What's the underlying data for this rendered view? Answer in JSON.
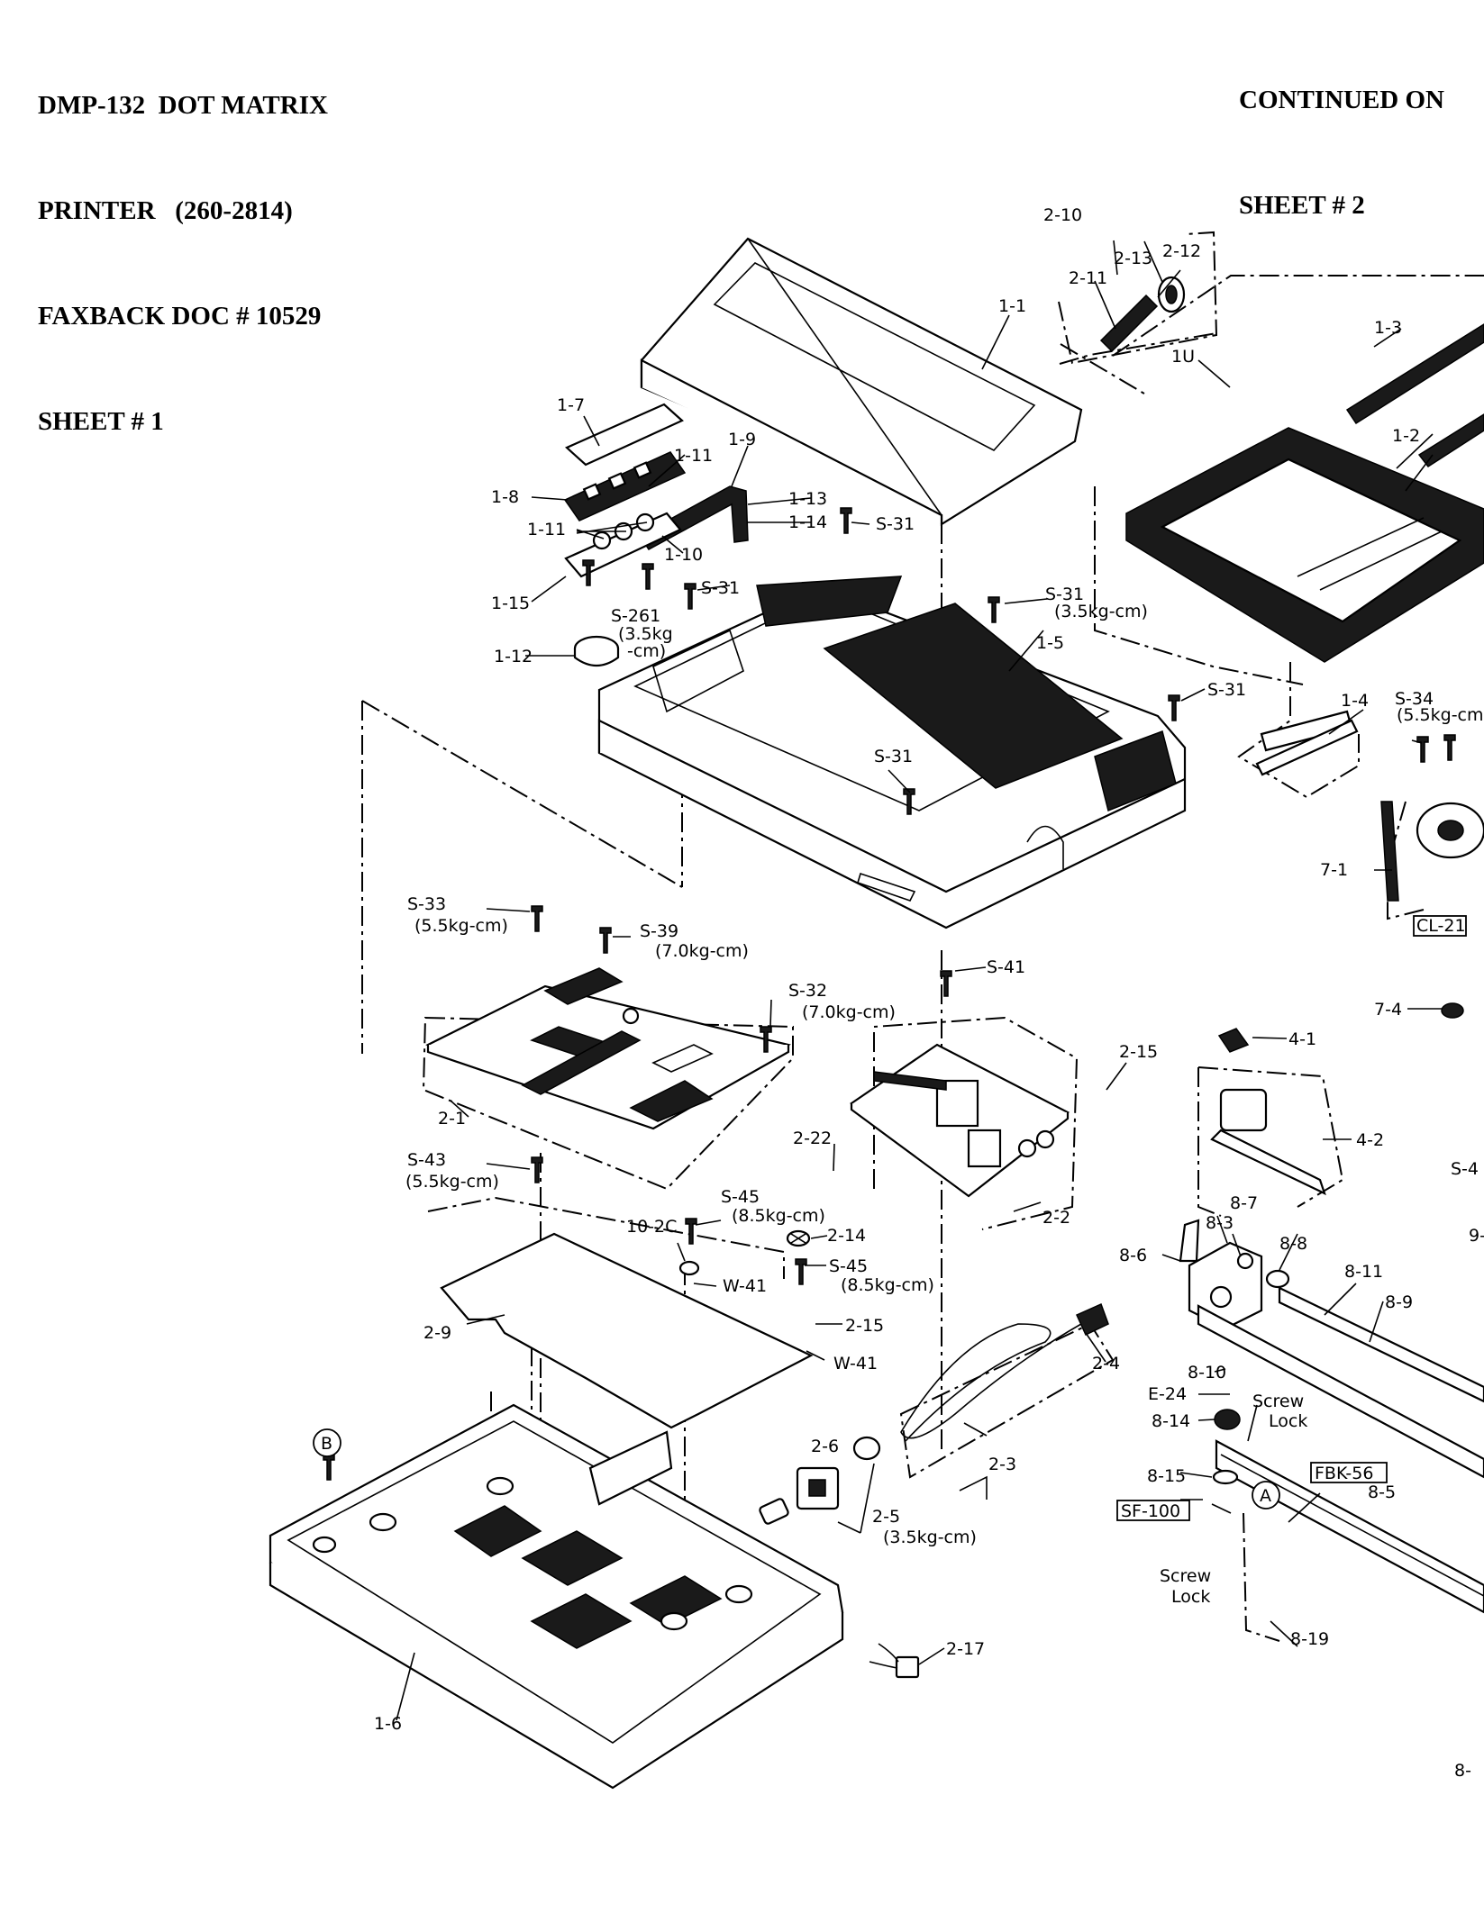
{
  "header_left": {
    "line1": "DMP-132  DOT MATRIX",
    "line2": "PRINTER   (260-2814)",
    "line3": "FAXBACK DOC # 10529",
    "line4": "SHEET # 1"
  },
  "header_right": {
    "line1": "CONTINUED ON",
    "line2": "SHEET # 2"
  },
  "labels": {
    "l_2_10": "2-10",
    "l_2_13": "2-13",
    "l_2_12": "2-12",
    "l_2_11": "2-11",
    "l_1_1": "1-1",
    "l_1u": "1U",
    "l_1_3": "1-3",
    "l_1_7": "1-7",
    "l_1_9": "1-9",
    "l_1_11a": "1-11",
    "l_1_8": "1-8",
    "l_1_13": "1-13",
    "l_1_14": "1-14",
    "l_1_11b": "1-11",
    "l_1_10": "1-10",
    "l_s31a": "S-31",
    "l_1_2": "1-2",
    "l_1_15": "1-15",
    "l_s31b": "S-31",
    "l_s31c": "S-31",
    "l_s31c_torque": "(3.5kg-cm)",
    "l_s261": "S-261",
    "l_s261_t1": "(3.5kg",
    "l_s261_t2": "-cm)",
    "l_1_12": "1-12",
    "l_1_5": "1-5",
    "l_s31d": "S-31",
    "l_1_4": "1-4",
    "l_s34": "S-34",
    "l_s34_torque": "(5.5kg-cm",
    "l_s31e": "S-31",
    "l_7_1": "7-1",
    "l_cl21": "CL-21",
    "l_s33": "S-33",
    "l_s33_torque": "(5.5kg-cm)",
    "l_s39": "S-39",
    "l_s39_torque": "(7.0kg-cm)",
    "l_s41": "S-41",
    "l_s32": "S-32",
    "l_s32_torque": "(7.0kg-cm)",
    "l_7_4": "7-4",
    "l_4_1": "4-1",
    "l_2_15a": "2-15",
    "l_2_1": "2-1",
    "l_2_22": "2-22",
    "l_4_2": "4-2",
    "l_s4": "S-4",
    "l_s43": "S-43",
    "l_s43_torque": "(5.5kg-cm)",
    "l_2_2": "2-2",
    "l_s45a": "S-45",
    "l_s45a_torque": "(8.5kg-cm)",
    "l_10_2c": "10-2C",
    "l_2_14": "2-14",
    "l_8_7": "8-7",
    "l_8_3": "8-3",
    "l_9": "9-",
    "l_8_6": "8-6",
    "l_8_8": "8-8",
    "l_s45b": "S-45",
    "l_s45b_torque": "(8.5kg-cm)",
    "l_w41a": "W-41",
    "l_8_11": "8-11",
    "l_8_9": "8-9",
    "l_2_9": "2-9",
    "l_2_15b": "2-15",
    "l_w41b": "W-41",
    "l_2_4": "2-4",
    "l_8_10": "8-10",
    "l_e24": "E-24",
    "l_screw_lock_a1": "Screw",
    "l_screw_lock_a2": "Lock",
    "l_8_14": "8-14",
    "l_b": "B",
    "l_2_6": "2-6",
    "l_2_3": "2-3",
    "l_fbk56": "FBK-56",
    "l_8_15": "8-15",
    "l_8_5": "8-5",
    "l_a": "A",
    "l_sf100": "SF-100",
    "l_2_5": "2-5",
    "l_2_5_torque": "(3.5kg-cm)",
    "l_screw_lock_b1": "Screw",
    "l_screw_lock_b2": "Lock",
    "l_8_19": "8-19",
    "l_2_17": "2-17",
    "l_1_6": "1-6",
    "l_8_edge": "8-"
  }
}
